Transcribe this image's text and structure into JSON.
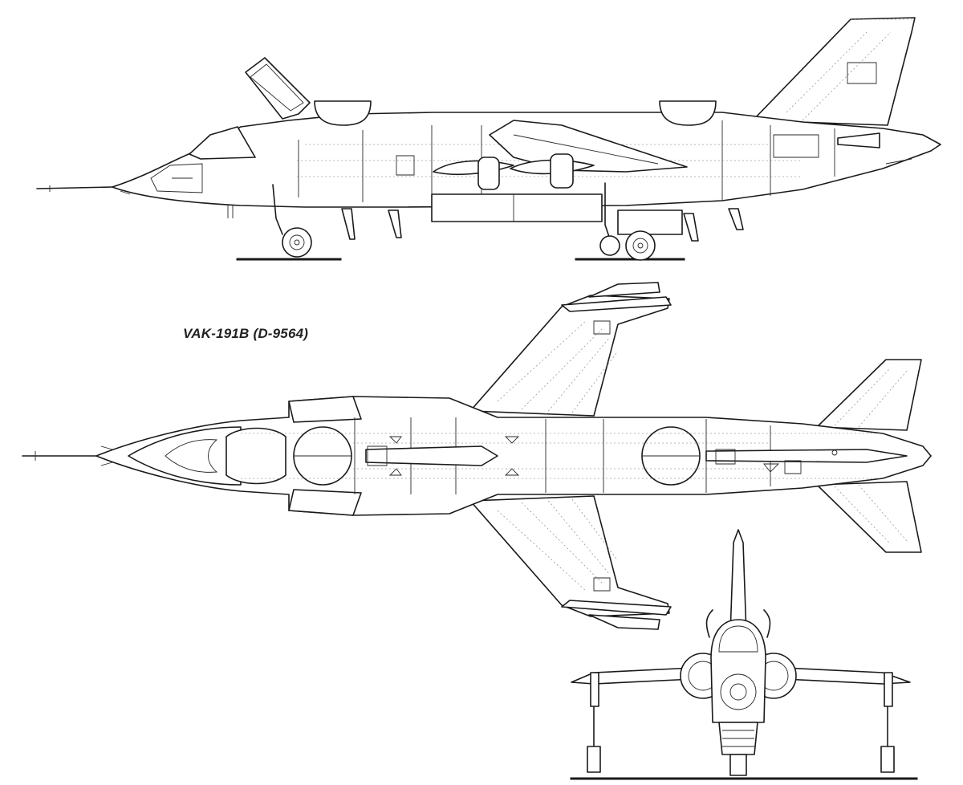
{
  "drawing": {
    "title": "VAK-191B (D-9564)",
    "views": [
      "side-view",
      "top-view",
      "front-view"
    ],
    "line_color": "#1a1a1a",
    "background": "#ffffff"
  }
}
